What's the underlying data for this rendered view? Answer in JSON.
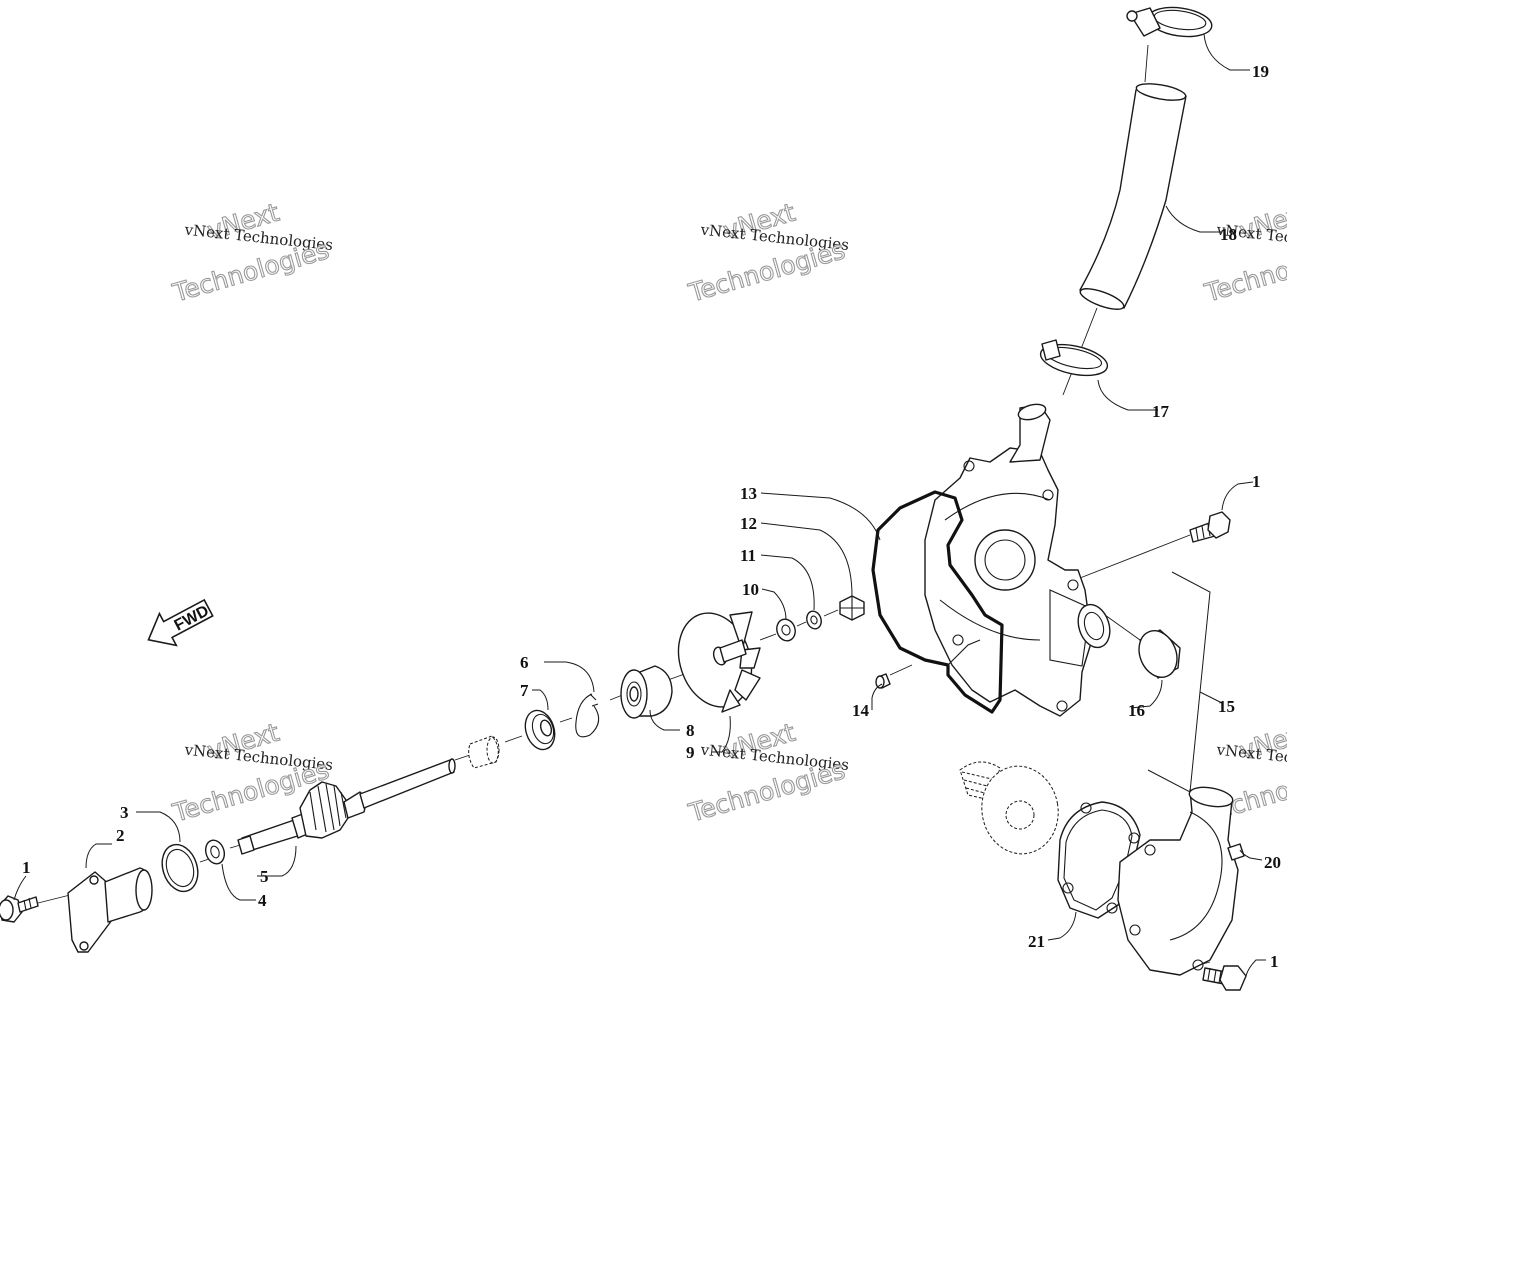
{
  "diagram": {
    "fwd_label": "FWD",
    "watermark": {
      "small": "vNext Technologies",
      "big_line1": "vNext",
      "big_line2": "Technologies"
    },
    "callouts": [
      "1",
      "2",
      "3",
      "4",
      "5",
      "6",
      "7",
      "8",
      "9",
      "10",
      "11",
      "12",
      "13",
      "14",
      "15",
      "16",
      "17",
      "18",
      "19",
      "20",
      "21"
    ]
  }
}
